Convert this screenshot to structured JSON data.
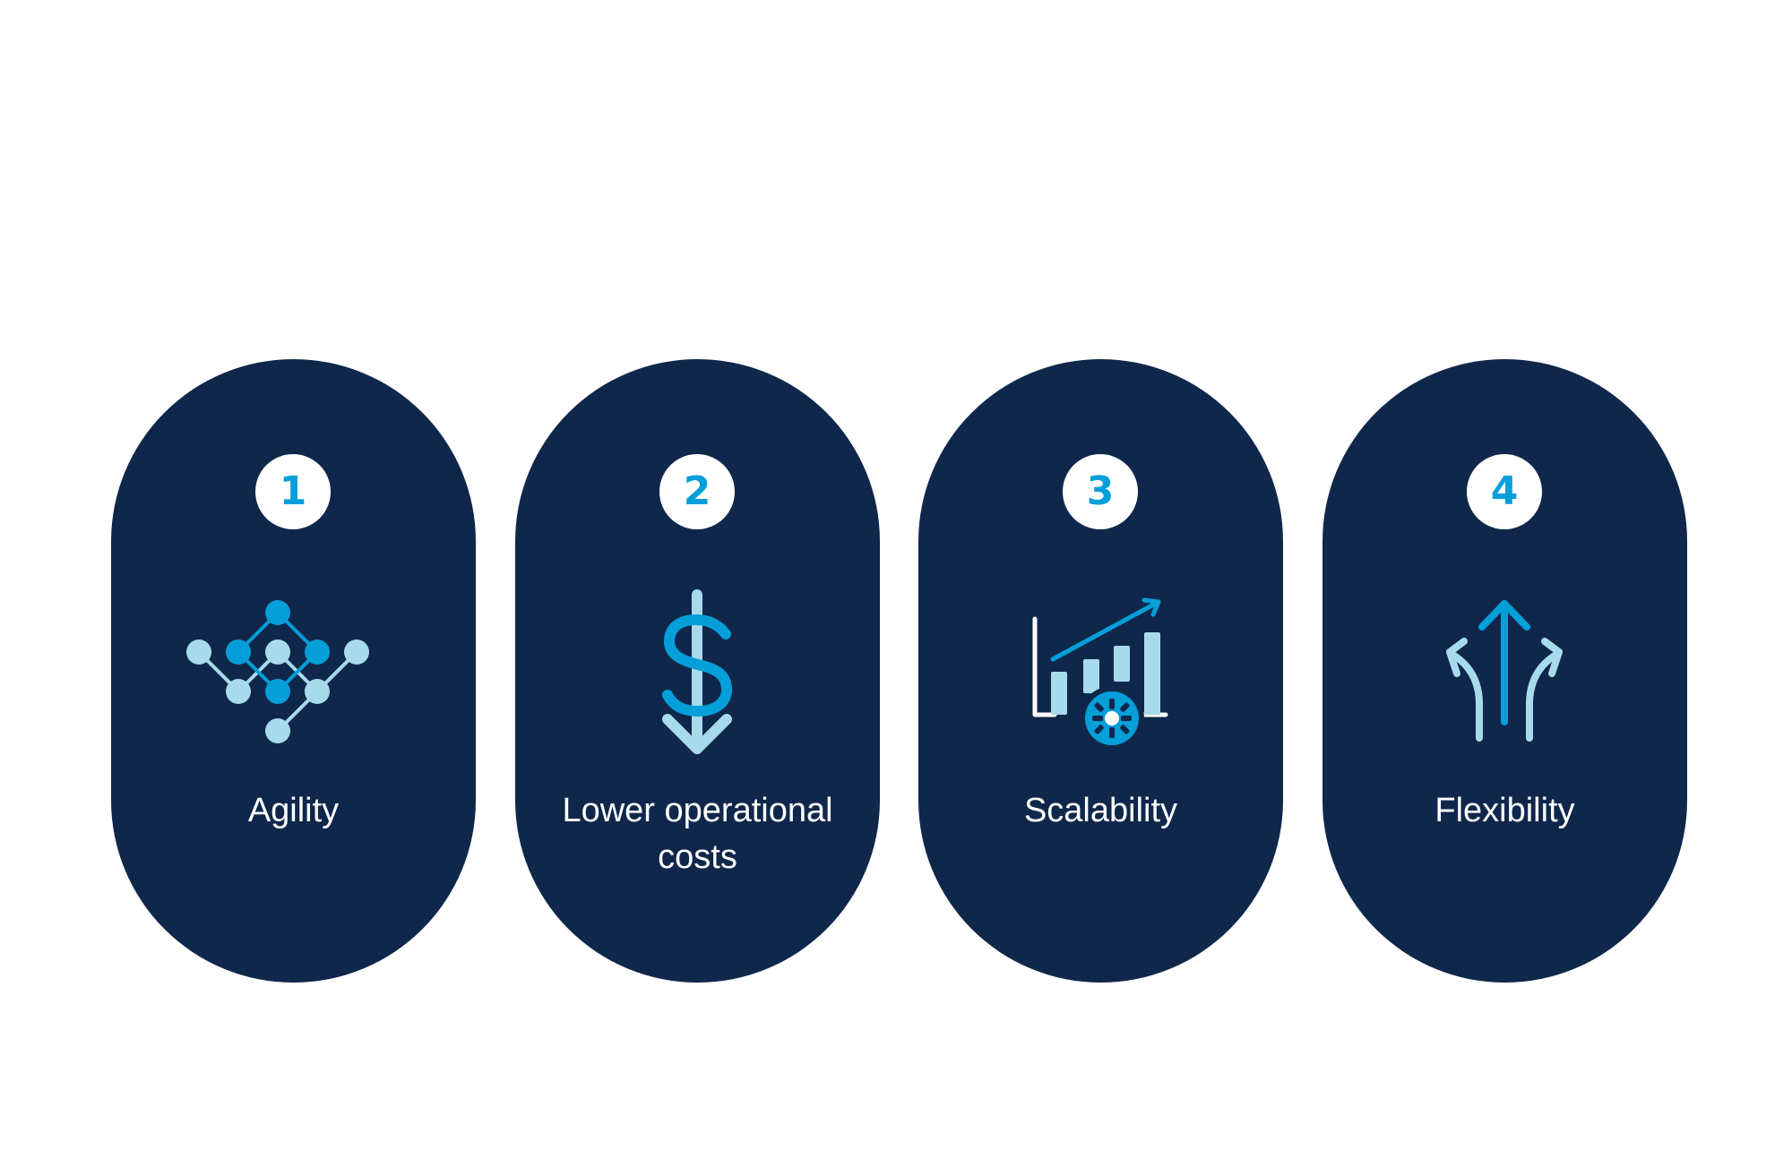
{
  "colors": {
    "background": "#ffffff",
    "pill": "#10274c",
    "accent": "#049fd9",
    "accent_light": "#a7dbeb",
    "text": "#ffffff"
  },
  "items": [
    {
      "number": "1",
      "label": "Agility",
      "icon": "network-nodes-icon"
    },
    {
      "number": "2",
      "label": "Lower operational costs",
      "icon": "dollar-down-arrow-icon"
    },
    {
      "number": "3",
      "label": "Scalability",
      "icon": "growth-chart-gear-icon"
    },
    {
      "number": "4",
      "label": "Flexibility",
      "icon": "diverging-arrows-icon"
    }
  ]
}
